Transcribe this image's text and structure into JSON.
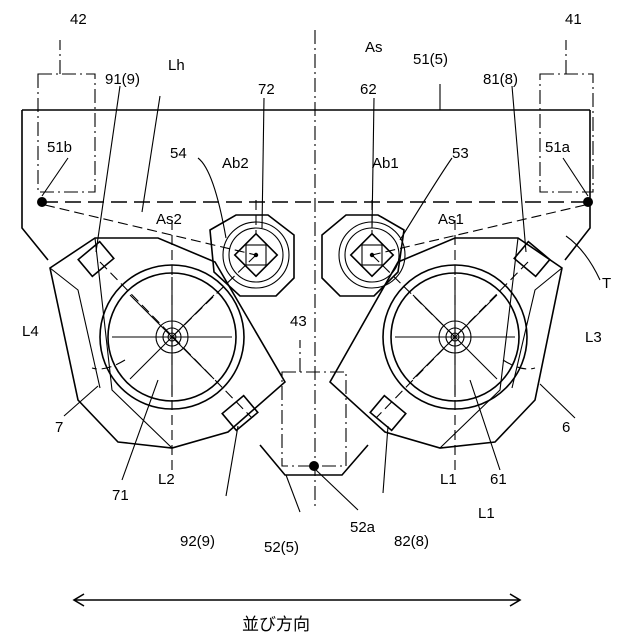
{
  "labels": {
    "l42": "42",
    "l41": "41",
    "as": "As",
    "l91": "91(9)",
    "lh": "Lh",
    "l51": "51(5)",
    "l81": "81(8)",
    "l72": "72",
    "l62": "62",
    "l51b": "51b",
    "l51a": "51a",
    "l54": "54",
    "lab2": "Ab2",
    "lab1": "Ab1",
    "l53": "53",
    "las2": "As2",
    "las1": "As1",
    "lt": "T",
    "l43": "43",
    "l4": "L4",
    "l3": "L3",
    "l7": "7",
    "l6": "6",
    "l2": "L2",
    "l1a": "L1",
    "l1b": "L1",
    "l71": "71",
    "l61": "61",
    "l92": "92(9)",
    "l52": "52(5)",
    "l52a": "52a",
    "l82": "82(8)",
    "direction": "並び方向"
  }
}
